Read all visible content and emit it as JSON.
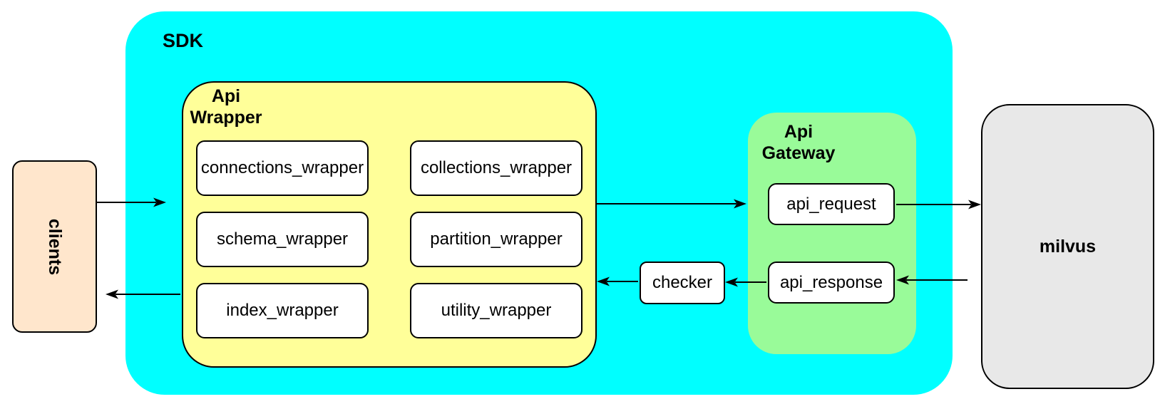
{
  "nodes": {
    "clients": {
      "label": "clients"
    },
    "sdk": {
      "label": "SDK"
    },
    "api_wrapper": {
      "label_line1": "Api",
      "label_line2": "Wrapper"
    },
    "wrappers": [
      {
        "label": "connections_wrapper"
      },
      {
        "label": "collections_wrapper"
      },
      {
        "label": "schema_wrapper"
      },
      {
        "label": "partition_wrapper"
      },
      {
        "label": "index_wrapper"
      },
      {
        "label": "utility_wrapper"
      }
    ],
    "checker": {
      "label": "checker"
    },
    "api_gateway": {
      "label_line1": "Api",
      "label_line2": "Gateway"
    },
    "api_request": {
      "label": "api_request"
    },
    "api_response": {
      "label": "api_response"
    },
    "milvus": {
      "label": "milvus"
    }
  },
  "colors": {
    "sdk_fill": "#00FFFF",
    "api_wrapper_fill": "#FFFF99",
    "api_gateway_fill": "#99FB99",
    "clients_fill": "#FFE6CC",
    "milvus_fill": "#E8E8E8",
    "node_fill": "#FFFFFF",
    "line_and_border": "#000000"
  }
}
